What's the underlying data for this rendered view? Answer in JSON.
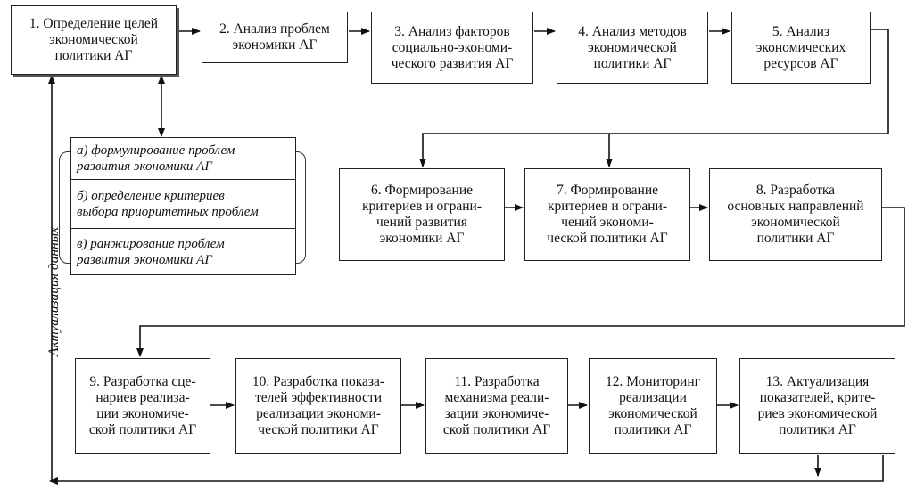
{
  "steps": {
    "s1": "1. Определение целей\nэкономической\nполитики АГ",
    "s2": "2. Анализ проблем\nэкономики АГ",
    "s3": "3. Анализ факторов\nсоциально-экономи-\nческого развития АГ",
    "s4": "4. Анализ методов\nэкономической\nполитики АГ",
    "s5": "5. Анализ\nэкономических\nресурсов АГ",
    "s6": "6. Формирование\nкритериев и ограни-\nчений развития\nэкономики АГ",
    "s7": "7. Формирование\nкритериев и ограни-\nчений экономи-\nческой политики АГ",
    "s8": "8. Разработка\nосновных направлений\nэкономической\nполитики АГ",
    "s9": "9. Разработка сце-\nнариев реализа-\nции экономиче-\nской политики АГ",
    "s10": "10. Разработка показа-\nтелей эффективности\nреализации экономи-\nческой политики АГ",
    "s11": "11. Разработка\nмеханизма реали-\nзации экономиче-\nской политики АГ",
    "s12": "12. Мониторинг\nреализации\nэкономической\nполитики АГ",
    "s13": "13. Актуализация\nпоказателей, крите-\nриев экономической\nполитики АГ"
  },
  "substeps": {
    "a": "а) формулирование проблем\nразвития экономики АГ",
    "b": "б) определение критериев\nвыбора приоритетных проблем",
    "c": "в) ранжирование проблем\nразвития экономики АГ"
  },
  "side_label": "Актуализация данных"
}
